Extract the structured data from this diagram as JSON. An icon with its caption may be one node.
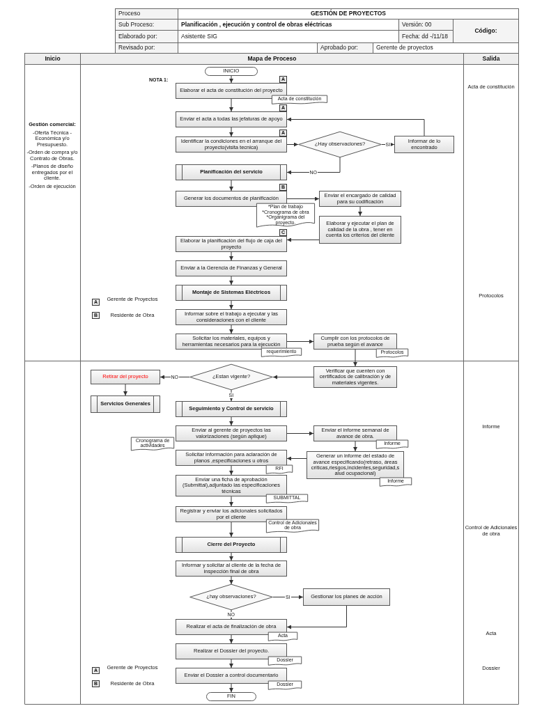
{
  "diagram": {
    "nodes": [
      {
        "text": [
          "INICIO"
        ]
      },
      {
        "text": [
          "Elaborar el acta de constitución del proyecto"
        ],
        "beside": [
          "A"
        ]
      },
      {
        "text": [
          "Acta de constitución"
        ]
      },
      {
        "text": [
          "Enviar el acta a todas las jefaturas de apoyo"
        ],
        "beside": [
          "A"
        ]
      },
      {
        "text": [
          "Identificar la condiciones en el arranque del proyecto(visita tecnica)"
        ],
        "beside": [
          "A"
        ]
      },
      {
        "text": [
          "¿Hay observaciones?"
        ]
      },
      {
        "text": [
          "Informar de lo encontrado"
        ]
      },
      {
        "text": [
          "Planificación del servicio"
        ]
      },
      {
        "text": [
          "Generar los documentos de planificación"
        ],
        "beside": [
          "B"
        ]
      },
      {
        "text": [
          "*Plan de trabajo *Cronograma de obra *Organigrama del proyecto."
        ]
      },
      {
        "text": [
          "Enviar el encargado de calidad para su codificación"
        ]
      },
      {
        "text": [
          "Elaborar y ejecutar el plan de calidad de la obra , tener en cuenta los criterios del cliente"
        ]
      },
      {
        "text": [
          "Elaborar la planificación del flujo de caja del proyecto"
        ],
        "beside": [
          "C"
        ]
      },
      {
        "text": [
          "Enviar a la Gerencia de Finanzas y General"
        ]
      },
      {
        "text": [
          "Montaje de Sistemas Eléctricos"
        ]
      },
      {
        "text": [
          "Informar sobre el trabajo a ejecutar y las consideraciones con el cliente"
        ]
      },
      {
        "text": [
          "Solicitar los materiales, equipos y herramientas necesarios para la ejecución"
        ]
      },
      {
        "text": [
          "requerimiento"
        ]
      },
      {
        "text": [
          "Cumplir con los protocolos de prueba según el avance"
        ]
      },
      {
        "text": [
          "Protocolos"
        ]
      },
      {
        "text": [
          "Verificar que cuenten con certificados de calibración y de materiales vigentes."
        ]
      },
      {
        "text": [
          "¿Estan vigente?"
        ]
      },
      {
        "text": [
          "Retirar del proyecto"
        ]
      },
      {
        "text": [
          "Servicios Generales"
        ]
      },
      {
        "text": [
          "Seguimiento y Control de servicio"
        ]
      },
      {
        "text": [
          "Enviar al gerente de proyectos las valorizaciones (según aplique)"
        ]
      },
      {
        "text": [
          "Cronograma de actividades"
        ]
      },
      {
        "text": [
          "Enviar el informe semanal de avance de obra."
        ]
      },
      {
        "text": [
          "Informe"
        ]
      },
      {
        "text": [
          "Generar un informe del estado de avance especificando(retraso, áreas críticas,riesgos,incidentes,seguridad,salud ocupacional)"
        ]
      },
      {
        "text": [
          "Informe"
        ]
      },
      {
        "text": [
          "Solicitar información para aclaración de planos ,especificaciones u otros"
        ]
      },
      {
        "text": [
          "RFI"
        ]
      },
      {
        "text": [
          "Enviar una ficha de aprobación (Submittal),adjuntado las especificaciones técnicas"
        ]
      },
      {
        "text": [
          "SUBMITTAL"
        ]
      },
      {
        "text": [
          "Registrar y enviar los adicionales solicitados por el cliente"
        ]
      },
      {
        "text": [
          "Control de Adicionales de obra"
        ]
      },
      {
        "text": [
          "Cierre del Proyecto"
        ]
      },
      {
        "text": [
          "Informar y solicitar al cliente de la fecha de inspección final de obra"
        ]
      },
      {
        "text": [
          "¿hay observaciones?"
        ]
      },
      {
        "text": [
          "Gestionar los planes de acción"
        ]
      },
      {
        "text": [
          "Realizar el acta de finalización de obra"
        ]
      },
      {
        "text": [
          "Acta"
        ]
      },
      {
        "text": [
          "Realizar el Dossier del proyecto."
        ]
      },
      {
        "text": [
          "Dossier"
        ]
      },
      {
        "text": [
          "Enviar el Dossier a control documentario"
        ]
      },
      {
        "text": [
          "Dossier"
        ]
      },
      {
        "text": [
          "FIN"
        ]
      }
    ],
    "edges": [
      {
        "from": 0,
        "to": 1,
        "arrow": "to"
      },
      {
        "from": 1,
        "to": 3,
        "arrow": "to"
      },
      {
        "from": 3,
        "to": 4,
        "arrow": "to"
      },
      {
        "from": 4,
        "to": 5,
        "arrow": "to"
      },
      {
        "from": 5,
        "to": 6,
        "label": "SI",
        "arrow": "to"
      },
      {
        "from": 6,
        "to": 3,
        "arrow": "to"
      },
      {
        "from": 5,
        "to": 7,
        "label": "NO",
        "arrow": "to"
      },
      {
        "from": 7,
        "to": 8,
        "arrow": "to"
      },
      {
        "from": 8,
        "to": 10,
        "arrow": "to"
      },
      {
        "from": 10,
        "to": 11,
        "arrow": "to"
      },
      {
        "from": 11,
        "to": 12,
        "arrow": "to"
      },
      {
        "from": 12,
        "to": 13,
        "arrow": "to"
      },
      {
        "from": 13,
        "to": 14,
        "arrow": "to"
      },
      {
        "from": 14,
        "to": 15,
        "arrow": "to"
      },
      {
        "from": 15,
        "to": 16,
        "arrow": "to"
      },
      {
        "from": 16,
        "to": 18,
        "arrow": "to"
      },
      {
        "from": 18,
        "to": 20,
        "arrow": "to"
      },
      {
        "from": 20,
        "to": 21,
        "arrow": "to"
      },
      {
        "from": 21,
        "to": 22,
        "label": "NO",
        "arrow": "to"
      },
      {
        "from": 22,
        "to": 23,
        "arrow": "to"
      },
      {
        "from": 21,
        "to": 24,
        "label": "SI",
        "arrow": "to"
      },
      {
        "from": 24,
        "to": 25,
        "arrow": "to"
      },
      {
        "from": 25,
        "to": 27,
        "arrow": "to"
      },
      {
        "from": 27,
        "to": 29,
        "arrow": "to"
      },
      {
        "from": 29,
        "to": 31,
        "arrow": "to"
      },
      {
        "from": 31,
        "to": 33,
        "arrow": "to"
      },
      {
        "from": 33,
        "to": 35,
        "arrow": "to"
      },
      {
        "from": 35,
        "to": 37,
        "arrow": "to"
      },
      {
        "from": 37,
        "to": 38,
        "arrow": "to"
      },
      {
        "from": 38,
        "to": 39,
        "arrow": "to"
      },
      {
        "from": 39,
        "to": 40,
        "label": "SI",
        "arrow": "to"
      },
      {
        "from": 39,
        "to": 41,
        "label": "NO",
        "arrow": "to"
      },
      {
        "from": 40,
        "to": 41,
        "arrow": "to"
      },
      {
        "from": 41,
        "to": 43,
        "arrow": "to"
      },
      {
        "from": 43,
        "to": 45,
        "arrow": "to"
      },
      {
        "from": 45,
        "to": 47,
        "arrow": "to"
      }
    ],
    "labels": [
      "Proceso",
      "GESTIÓN DE PROYECTOS",
      "Sub Proceso:",
      "Planificación , ejecución y control de obras eléctricas",
      "Versión: 00",
      "Código:",
      "Elaborado por:",
      "Asistente SIG",
      "Fecha: dd -/11/18",
      "Revisado por:",
      "Aprobado por:",
      "Gerente de proyectos",
      "Inicio",
      "Mapa de Proceso",
      "Salida",
      "NOTA 1:",
      "Acta de constitución",
      "Gestión comercial:",
      "-Oferta Técnica - Económica y/o Presupuesto.",
      "-Orden de compra y/o Contrato de Obras.",
      "-Planos de diseño entregados por el cliente.",
      "-Orden de ejecución",
      "Protocolos",
      "A",
      "Gerente de Proyectos",
      "B",
      "Residente de Obra",
      "Informe",
      "Control de Adicionales de obra",
      "Acta",
      "Dossier",
      "A",
      "Gerente de Proyectos",
      "B",
      "Residente de Obra"
    ]
  }
}
